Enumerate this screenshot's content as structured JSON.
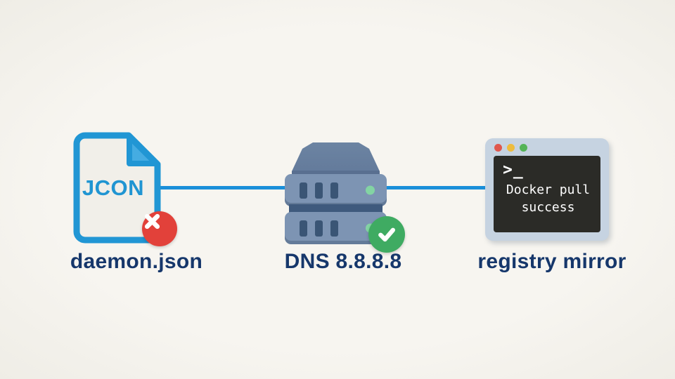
{
  "diagram": {
    "background_color": "#f6f4ef",
    "connector_color": "#1a8fd9",
    "label_color": "#16376b",
    "nodes": {
      "file": {
        "label": "daemon.json",
        "doc_text": "JCON",
        "outline_color": "#2196d4",
        "paper_color": "#f1efe9",
        "fold_color": "#45ace2",
        "status": "error",
        "status_color": "#e2413a"
      },
      "server": {
        "label": "DNS 8.8.8.8",
        "body_color": "#7d94b3",
        "lid_color": "#68809e",
        "slot_color": "#3a5575",
        "led_color": "#83d4a3",
        "status": "success",
        "status_color": "#3fab62"
      },
      "terminal": {
        "label": "registry mirror",
        "prompt": ">_",
        "lines": {
          "0": "Docker pull",
          "1": "success"
        },
        "frame_color": "#c6d3e1",
        "screen_color": "#2b2b27",
        "dot_colors": {
          "red": "#e0574c",
          "yellow": "#edbc3e",
          "green": "#54b457"
        }
      }
    }
  }
}
